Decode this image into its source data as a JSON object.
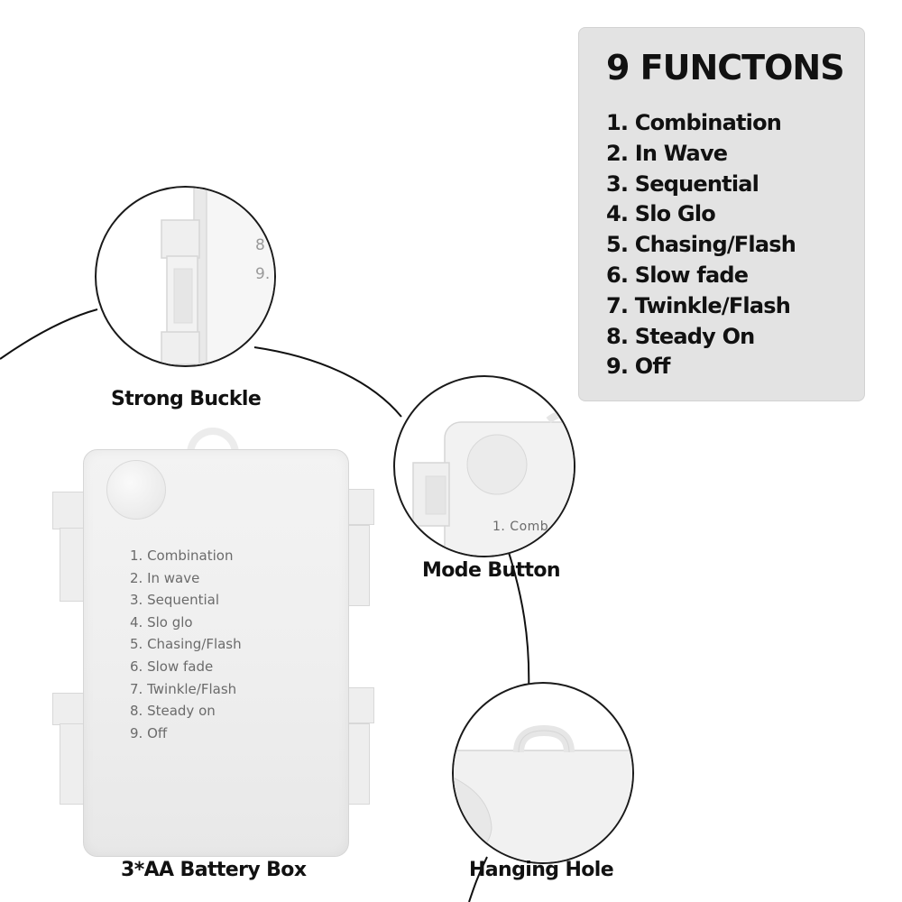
{
  "panel": {
    "title": "9 FUNCTONS",
    "functions": [
      "1. Combination",
      "2. In Wave",
      "3. Sequential",
      "4. Slo Glo",
      "5. Chasing/Flash",
      "6. Slow fade",
      "7. Twinkle/Flash",
      "8. Steady On",
      "9. Off"
    ]
  },
  "callouts": {
    "strong_buckle": "Strong Buckle",
    "mode_button": "Mode Button",
    "battery_box": "3*AA Battery Box",
    "hanging_hole": "Hanging Hole"
  },
  "box_label": {
    "functions": [
      "1. Combination",
      "2. In wave",
      "3. Sequential",
      "4. Slo glo",
      "5. Chasing/Flash",
      "6. Slow fade",
      "7. Twinkle/Flash",
      "8. Steady on",
      "9. Off"
    ]
  },
  "zoom_text": {
    "buckle_digit_8": "8",
    "buckle_digit_9": "9.",
    "mode_text": "1. Comb"
  },
  "colors": {
    "panel_bg": "#e3e3e3",
    "box_body": "#efefef",
    "text_dark": "#111111",
    "label_text": "#6b6b6b"
  }
}
